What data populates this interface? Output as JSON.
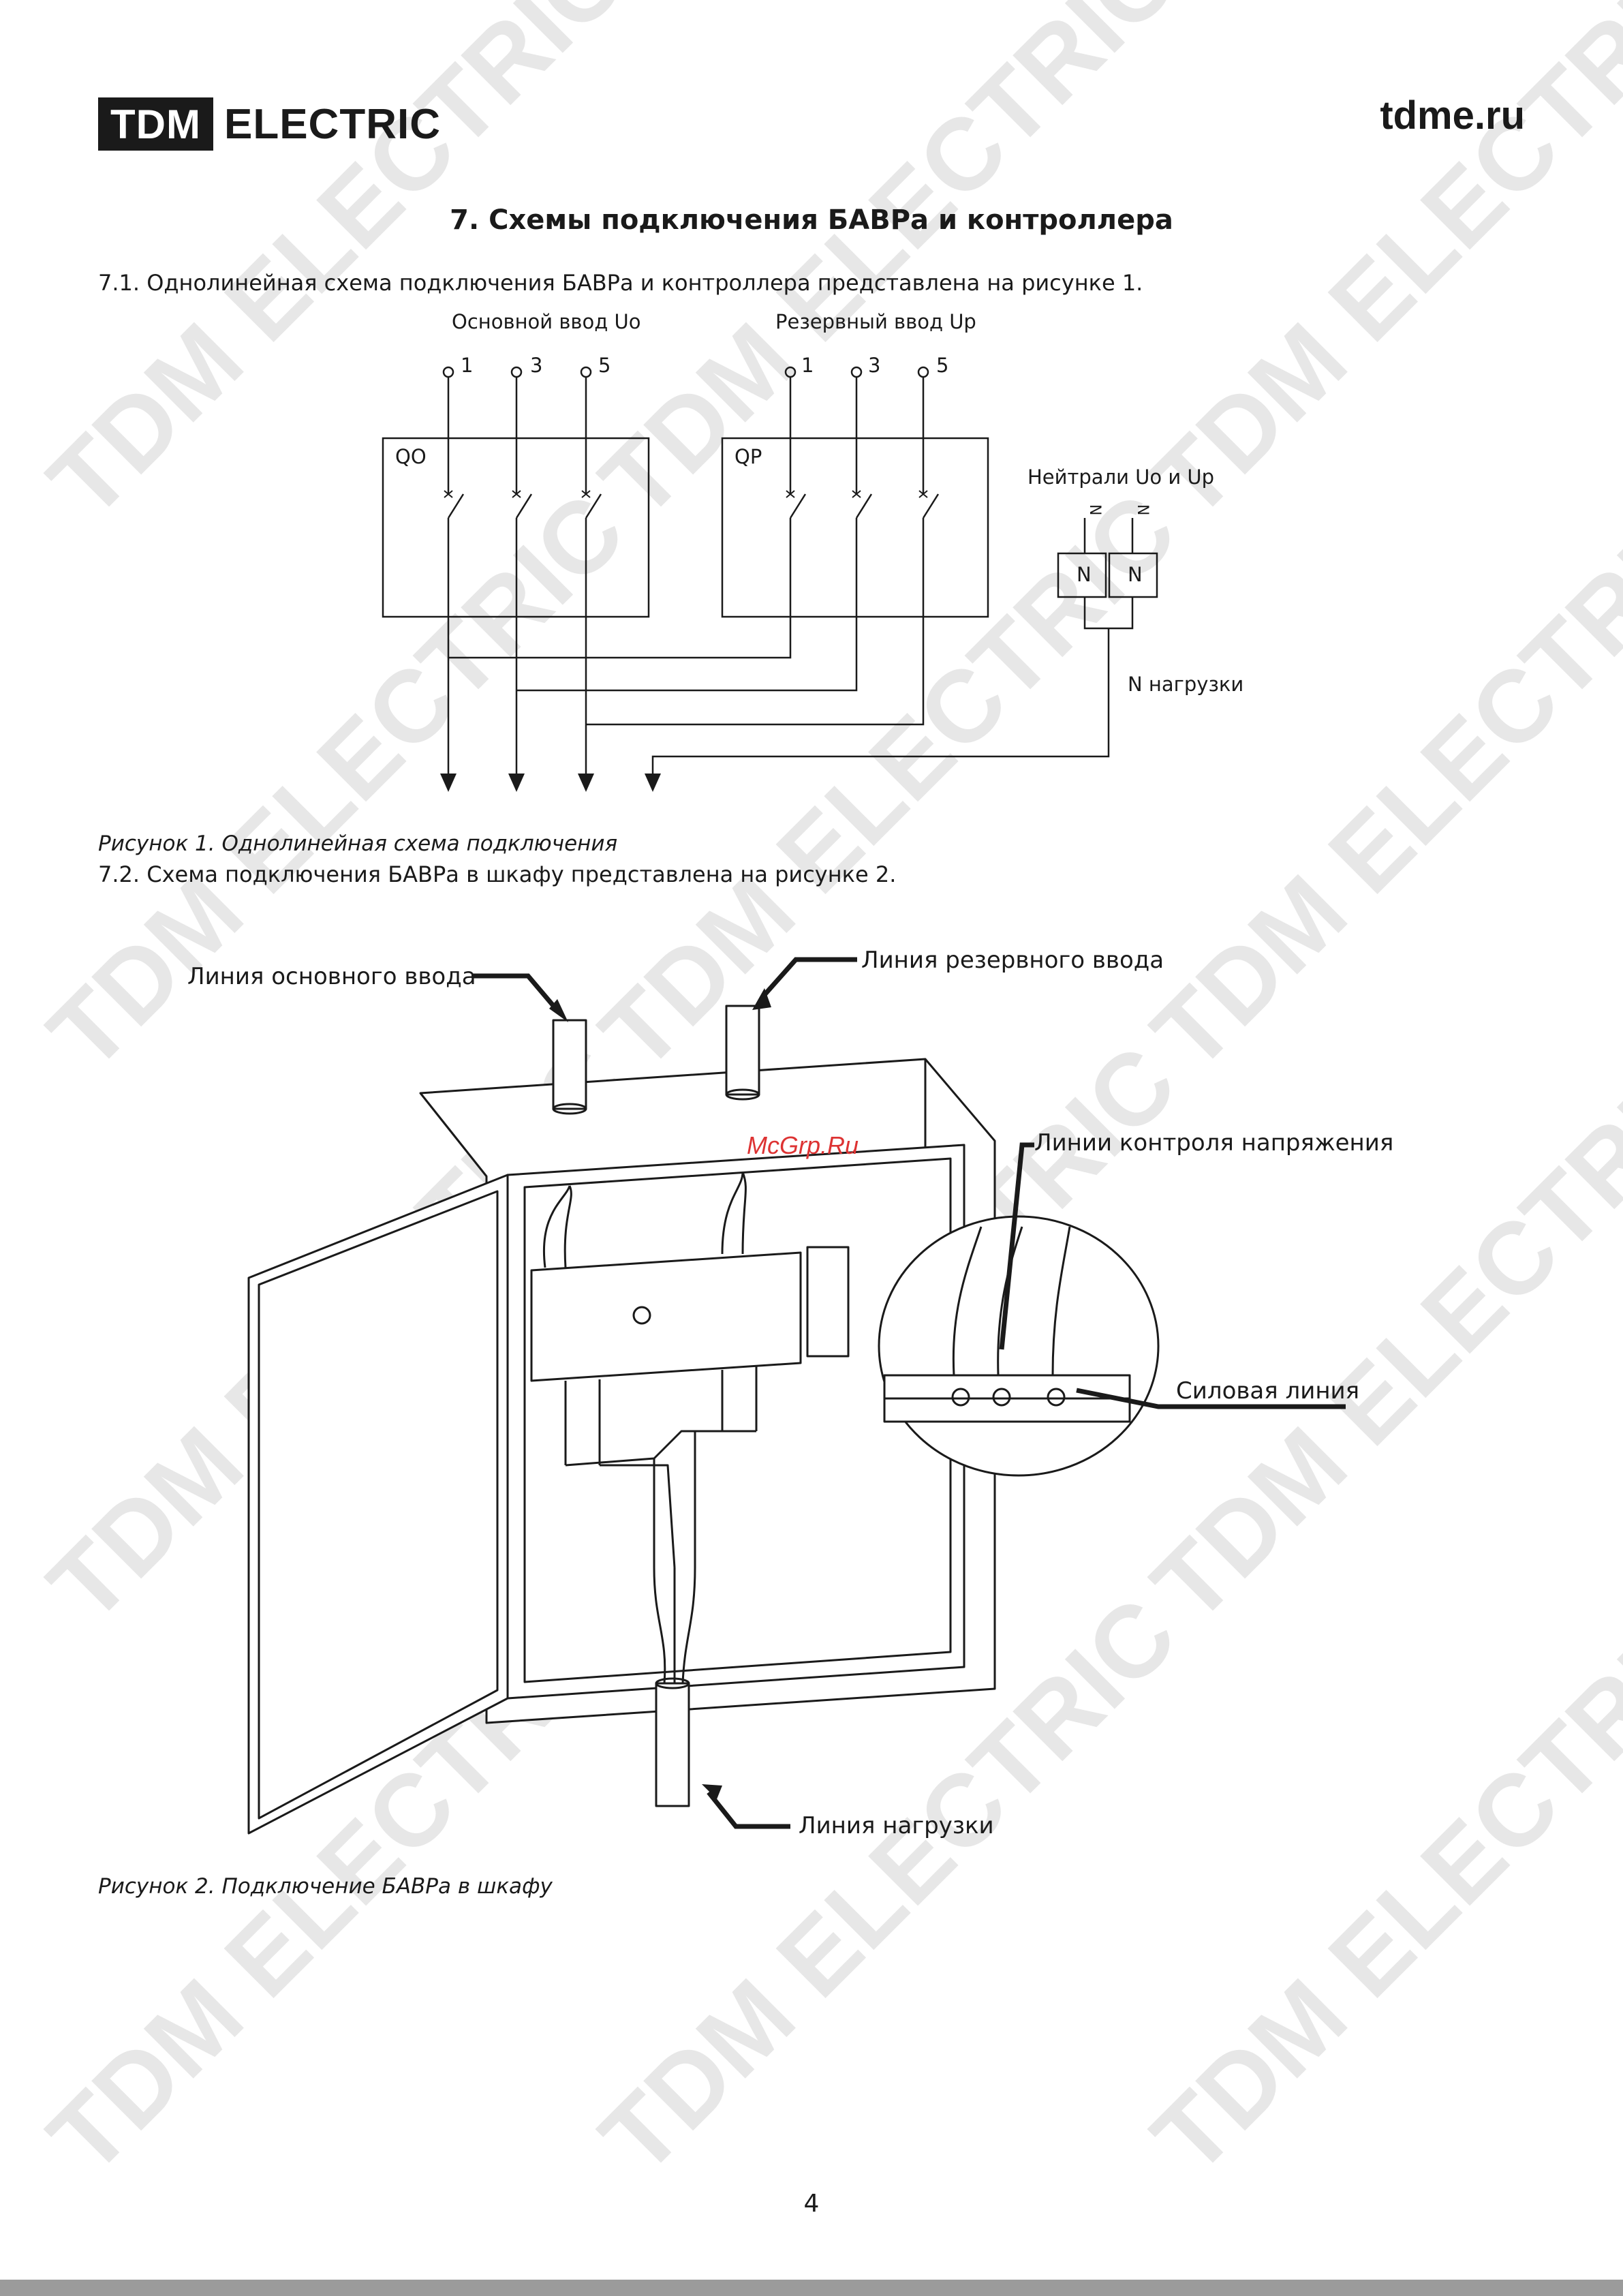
{
  "header": {
    "logo_box": "TDM",
    "logo_word": "ELECTRIC",
    "site": "tdme.ru"
  },
  "section_title": "7. Схемы подключения БАВРа и контроллера",
  "para_71": "7.1.  Однолинейная схема подключения БАВРа и контроллера представлена на рисунке 1.",
  "figure1": {
    "main_input": "Основной ввод Uo",
    "reserve_input": "Резервный ввод Up",
    "terminals": [
      "1",
      "3",
      "5"
    ],
    "breaker_main": "QO",
    "breaker_reserve": "QP",
    "neutrals": "Нейтрали Uo и Up",
    "n_vertical": "N",
    "n_box": "N",
    "n_load": "N нагрузки"
  },
  "caption_1": "Рисунок 1. Однолинейная схема подключения",
  "para_72": "7.2. Схема подключения БАВРа в шкафу представлена на рисунке 2.",
  "figure2": {
    "label_main_line": "Линия основного ввода",
    "label_reserve_line": "Линия резервного ввода",
    "label_voltage_control": "Линии контроля напряжения",
    "label_power_line": "Силовая линия",
    "label_load_line": "Линия нагрузки",
    "stamp": "McGrp.Ru"
  },
  "caption_2": "Рисунок 2. Подключение БАВРа в шкафу",
  "page_number": "4",
  "watermark": "TDM ELECTRIC"
}
